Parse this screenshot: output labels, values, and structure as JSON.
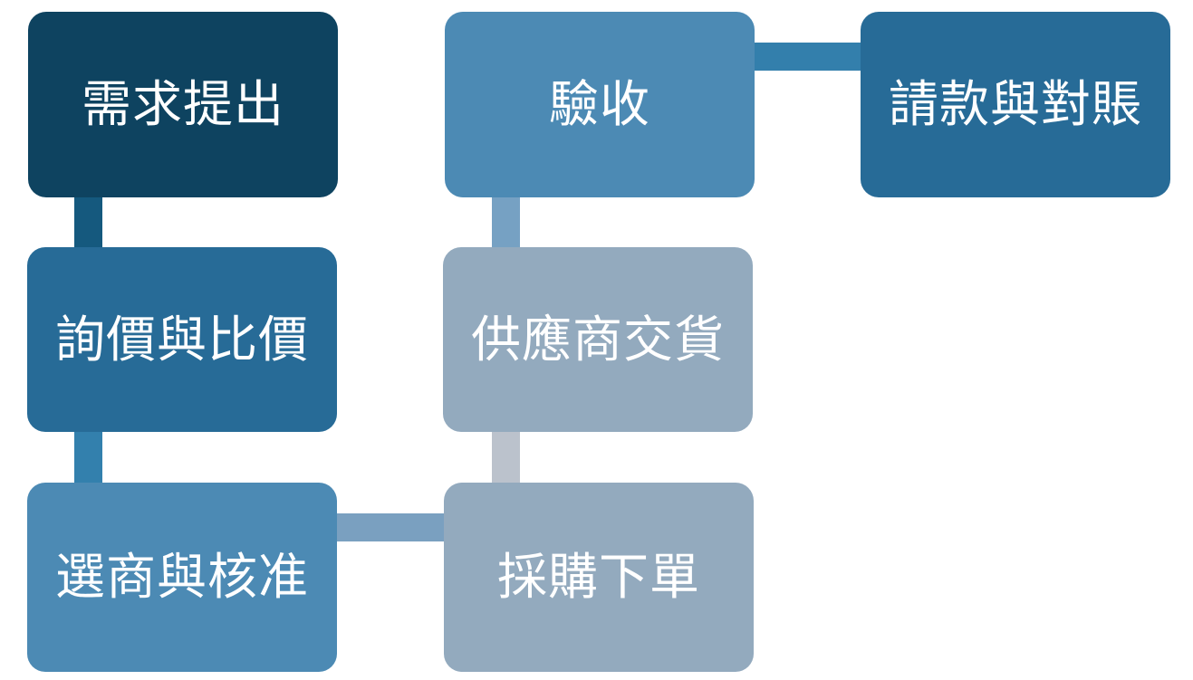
{
  "colors": {
    "background": "#ffffff",
    "text": "#ffffff"
  },
  "process": {
    "type": "bending-process-flow",
    "steps": [
      {
        "label": "需求提出",
        "fill": "#0e4360"
      },
      {
        "label": "詢價與比價",
        "fill": "#276b97"
      },
      {
        "label": "選商與核准",
        "fill": "#4c8ab4"
      },
      {
        "label": "採購下單",
        "fill": "#93aabe"
      },
      {
        "label": "供應商交貨",
        "fill": "#93aabe"
      },
      {
        "label": "驗收",
        "fill": "#4c8ab4"
      },
      {
        "label": "請款與對賬",
        "fill": "#276b97"
      }
    ],
    "connectors": [
      {
        "from": "需求提出",
        "to": "詢價與比價",
        "direction": "down",
        "fill": "#15597e"
      },
      {
        "from": "詢價與比價",
        "to": "選商與核准",
        "direction": "down",
        "fill": "#3380ad"
      },
      {
        "from": "選商與核准",
        "to": "採購下單",
        "direction": "right",
        "fill": "#7aa0c0"
      },
      {
        "from": "採購下單",
        "to": "供應商交貨",
        "direction": "up",
        "fill": "#bbc2cc"
      },
      {
        "from": "供應商交貨",
        "to": "驗收",
        "direction": "up",
        "fill": "#76a1c3"
      },
      {
        "from": "驗收",
        "to": "請款與對賬",
        "direction": "right",
        "fill": "#337fac"
      }
    ]
  }
}
